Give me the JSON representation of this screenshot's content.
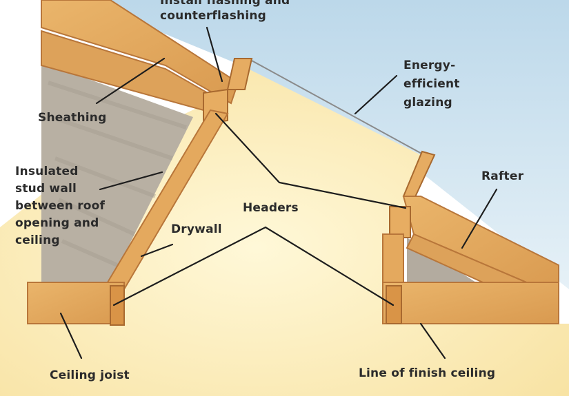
{
  "labels": {
    "flashing_line1": "Install flashing and",
    "flashing_line2": "counterflashing",
    "sheathing": "Sheathing",
    "glazing_line1": "Energy-",
    "glazing_line2": "efficient",
    "glazing_line3": "glazing",
    "insulated_line1": "Insulated",
    "insulated_line2": "stud wall",
    "insulated_line3": "between roof",
    "insulated_line4": "opening and",
    "insulated_line5": "ceiling",
    "headers": "Headers",
    "drywall": "Drywall",
    "rafter": "Rafter",
    "ceiling_joist": "Ceiling joist",
    "finish_ceiling": "Line of finish ceiling"
  },
  "colors": {
    "sky": "#cfe3ef",
    "light_well": "#fdf3c7",
    "wood": "#e2a95d",
    "wood_dark": "#b8763a",
    "insulation": "#b9b1a4",
    "text": "#2b2b2b"
  }
}
